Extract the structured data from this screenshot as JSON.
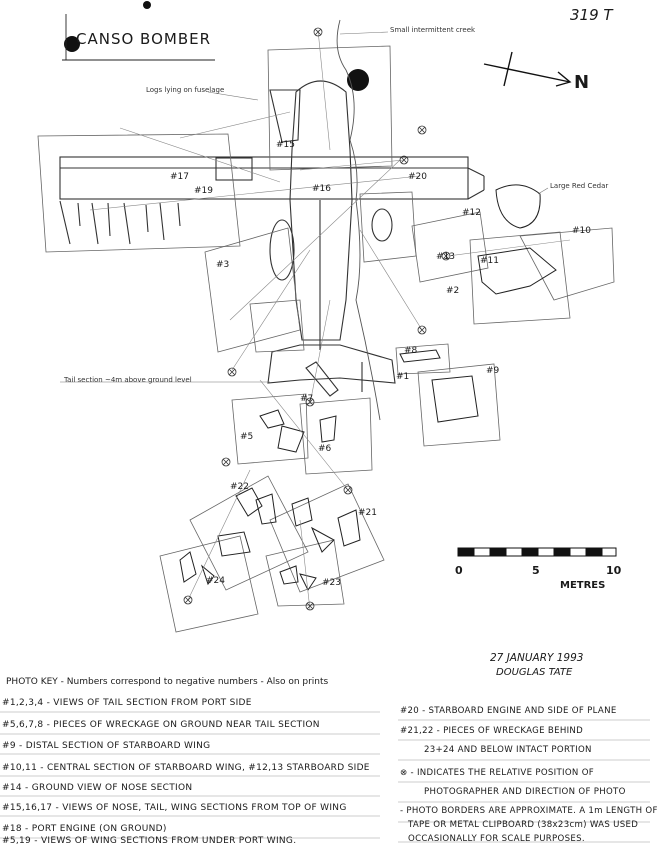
{
  "header": {
    "title": "CANSO BOMBER",
    "sheet_number": "319 T",
    "north_label": "N"
  },
  "annotations": {
    "creek": "Small intermittent creek",
    "logs": "Logs lying on fuselage",
    "cedar": "Large Red Cedar",
    "tail_height": "Tail section ~4m above ground level"
  },
  "photo_numbers": [
    "#1",
    "#2",
    "#3",
    "#5",
    "#6",
    "#7",
    "#8",
    "#9",
    "#10",
    "#11",
    "#12",
    "#13",
    "#15",
    "#16",
    "#17",
    "#19",
    "#20",
    "#21",
    "#22",
    "#23",
    "#24"
  ],
  "scale": {
    "ticks": [
      "0",
      "5",
      "10"
    ],
    "unit": "METRES"
  },
  "signature": {
    "date": "27 JANUARY 1993",
    "author": "DOUGLAS TATE"
  },
  "photo_key": {
    "heading": "PHOTO KEY - Numbers correspond to negative numbers - Also on prints",
    "left": [
      "#1,2,3,4 - VIEWS OF TAIL SECTION FROM PORT SIDE",
      "#5,6,7,8 - PIECES OF WRECKAGE ON GROUND NEAR TAIL SECTION",
      "#9 - DISTAL SECTION OF STARBOARD WING",
      "#10,11 - CENTRAL SECTION OF STARBOARD WING, #12,13 STARBOARD SIDE",
      "#14 - GROUND VIEW OF NOSE SECTION",
      "#15,16,17 - VIEWS OF NOSE, TAIL, WING SECTIONS FROM TOP OF WING",
      "#18 - PORT ENGINE (ON GROUND)",
      "#5,19 - VIEWS OF WING SECTIONS FROM UNDER PORT WING."
    ],
    "right": [
      "#20 - STARBOARD ENGINE AND SIDE OF PLANE",
      "#21,22 - PIECES OF WRECKAGE BEHIND",
      "23+24 AND BELOW INTACT PORTION",
      "⊗ - INDICATES THE RELATIVE POSITION OF",
      "PHOTOGRAPHER AND DIRECTION OF PHOTO",
      "- PHOTO BORDERS ARE APPROXIMATE. A 1m LENGTH OF",
      "TAPE OR METAL CLIPBOARD (38x23cm) WAS USED",
      "OCCASIONALLY FOR SCALE PURPOSES."
    ]
  }
}
